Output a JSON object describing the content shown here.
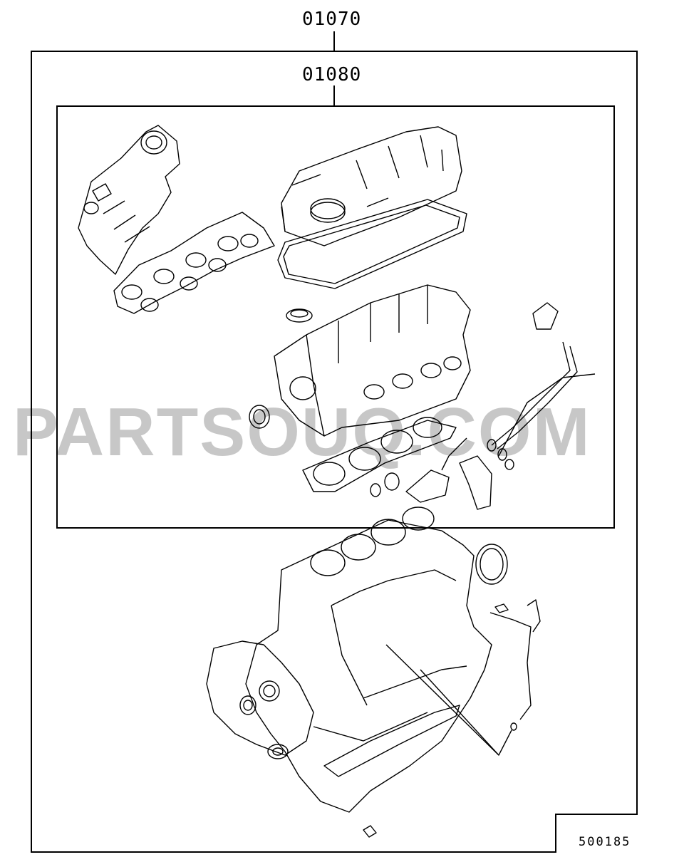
{
  "labels": {
    "outer_kit": "01070",
    "inner_kit": "01080",
    "diagram_number": "500185"
  },
  "watermark": "PARTSOUQ.COM",
  "colors": {
    "line": "#000000",
    "watermark": "#c8c8c8"
  }
}
